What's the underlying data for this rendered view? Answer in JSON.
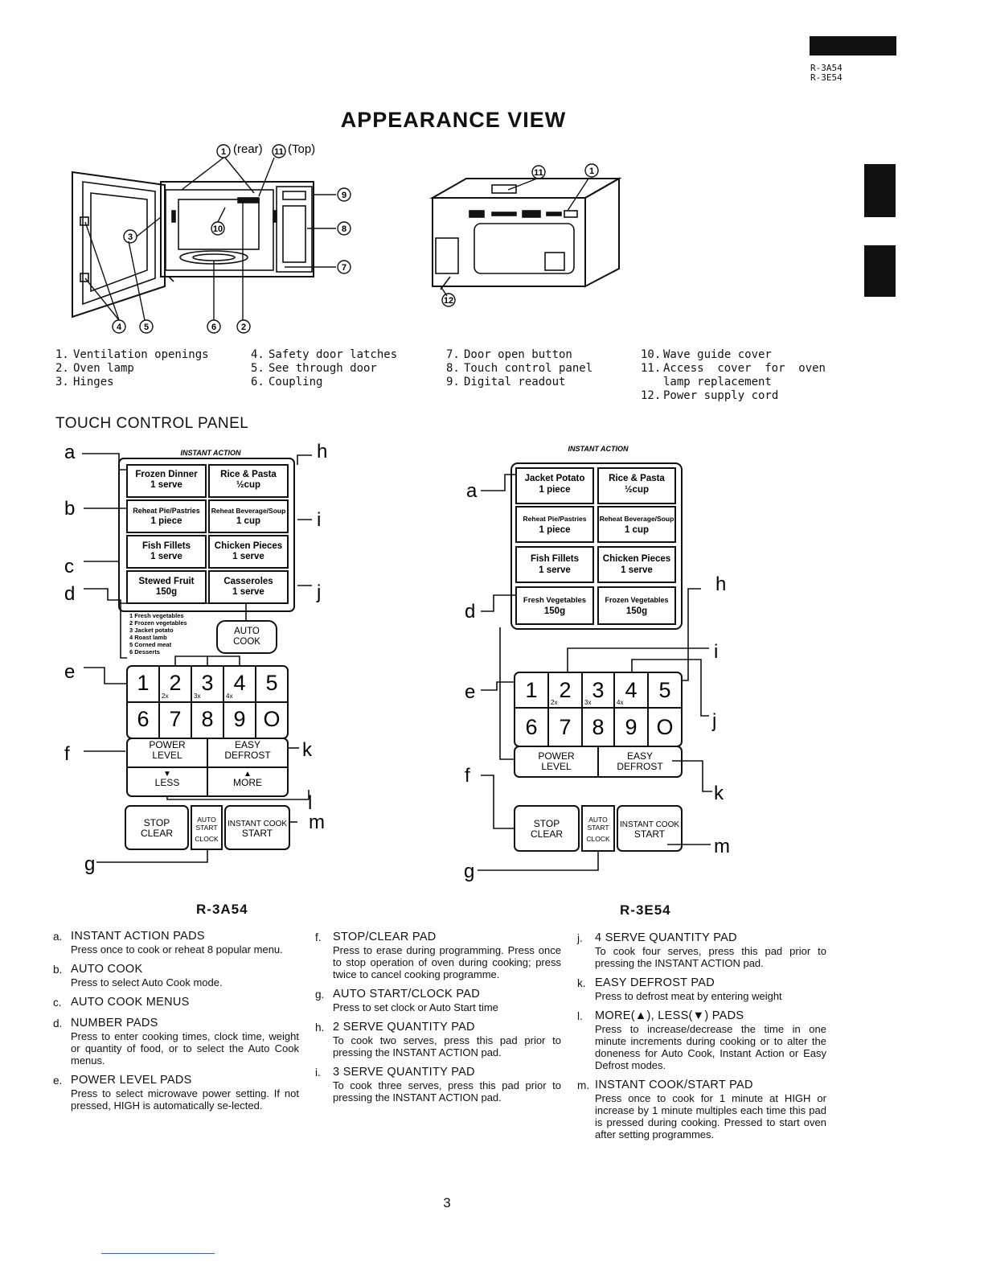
{
  "header": {
    "model_codes": [
      "R-3A54",
      "R-3E54"
    ],
    "title": "APPEARANCE VIEW",
    "page_number": "3"
  },
  "figures": {
    "callout_rear": "(rear)",
    "callout_top": "(Top)",
    "numbers": [
      "1",
      "2",
      "3",
      "4",
      "5",
      "6",
      "7",
      "8",
      "9",
      "10",
      "11",
      "12"
    ]
  },
  "legend": [
    [
      {
        "num": "1.",
        "label": "Ventilation openings"
      },
      {
        "num": "2.",
        "label": "Oven lamp"
      },
      {
        "num": "3.",
        "label": "Hinges"
      }
    ],
    [
      {
        "num": "4.",
        "label": "Safety door latches"
      },
      {
        "num": "5.",
        "label": "See through door"
      },
      {
        "num": "6.",
        "label": "Coupling"
      }
    ],
    [
      {
        "num": "7.",
        "label": "Door open button"
      },
      {
        "num": "8.",
        "label": "Touch control panel"
      },
      {
        "num": "9.",
        "label": "Digital readout"
      }
    ],
    [
      {
        "num": "10.",
        "label": "Wave guide cover"
      },
      {
        "num": "11.",
        "label": "Access cover for oven lamp replacement"
      },
      {
        "num": "12.",
        "label": "Power supply cord"
      }
    ]
  ],
  "panel": {
    "heading": "TOUCH CONTROL PANEL",
    "instant_action": "INSTANT ACTION",
    "left_model": "R-3A54",
    "right_model": "R-3E54",
    "letters": [
      "a",
      "b",
      "c",
      "d",
      "e",
      "f",
      "g",
      "h",
      "i",
      "j",
      "k",
      "l",
      "m"
    ],
    "left_food_pads": [
      [
        "Frozen Dinner",
        "1 serve"
      ],
      [
        "Rice & Pasta",
        "½cup"
      ],
      [
        "Reheat Pie/Pastries",
        "1 piece"
      ],
      [
        "Reheat Beverage/Soup",
        "1 cup"
      ],
      [
        "Fish Fillets",
        "1 serve"
      ],
      [
        "Chicken Pieces",
        "1 serve"
      ],
      [
        "Stewed Fruit",
        "150g"
      ],
      [
        "Casseroles",
        "1 serve"
      ]
    ],
    "right_food_pads": [
      [
        "Jacket Potato",
        "1 piece"
      ],
      [
        "Rice & Pasta",
        "½cup"
      ],
      [
        "Reheat Pie/Pastries",
        "1 piece"
      ],
      [
        "Reheat Beverage/Soup",
        "1 cup"
      ],
      [
        "Fish Fillets",
        "1 serve"
      ],
      [
        "Chicken Pieces",
        "1 serve"
      ],
      [
        "Fresh Vegetables",
        "150g"
      ],
      [
        "Frozen Vegetables",
        "150g"
      ]
    ],
    "auto_cook_menu": [
      "1 Fresh vegetables",
      "2 Frozen vegetables",
      "3 Jacket potato",
      "4 Roast lamb",
      "5 Corned meat",
      "6 Desserts"
    ],
    "auto_cook": [
      "AUTO",
      "COOK"
    ],
    "digits_top": [
      "1",
      "2",
      "3",
      "4",
      "5"
    ],
    "digits_bottom": [
      "6",
      "7",
      "8",
      "9",
      "O"
    ],
    "multipliers": [
      "2x",
      "3x",
      "4x"
    ],
    "power_level": [
      "POWER",
      "LEVEL"
    ],
    "easy_defrost": [
      "EASY",
      "DEFROST"
    ],
    "less": "LESS",
    "more": "MORE",
    "stop_clear": [
      "STOP",
      "CLEAR"
    ],
    "auto_start_clock": [
      "AUTO",
      "START",
      "CLOCK"
    ],
    "instant_cook_start": [
      "INSTANT COOK",
      "START"
    ]
  },
  "descriptions": {
    "col1": [
      {
        "letter": "a.",
        "head": "INSTANT ACTION PADS",
        "text": "Press once to cook or reheat 8 popular menu."
      },
      {
        "letter": "b.",
        "head": "AUTO COOK",
        "text": "Press to select Auto Cook mode."
      },
      {
        "letter": "c.",
        "head": "AUTO COOK MENUS",
        "text": ""
      },
      {
        "letter": "d.",
        "head": "NUMBER PADS",
        "text": "Press to enter cooking times, clock time, weight or quantity of food, or to select the Auto Cook menus."
      },
      {
        "letter": "e.",
        "head": "POWER LEVEL PADS",
        "text": "Press to select microwave power setting. If not pressed, HIGH is automatically se-lected."
      }
    ],
    "col2": [
      {
        "letter": "f.",
        "head": "STOP/CLEAR PAD",
        "text": "Press to erase during programming. Press once to stop operation of oven during cooking; press twice to cancel cooking programme."
      },
      {
        "letter": "g.",
        "head": "AUTO START/CLOCK PAD",
        "text": "Press to set clock or Auto Start time"
      },
      {
        "letter": "h.",
        "head": "2 SERVE QUANTITY PAD",
        "text": "To cook two serves, press this pad prior to pressing the INSTANT ACTION pad."
      },
      {
        "letter": "i.",
        "head": "3 SERVE QUANTITY PAD",
        "text": "To cook three serves, press this pad prior to pressing the INSTANT ACTION pad."
      }
    ],
    "col3": [
      {
        "letter": "j.",
        "head": "4 SERVE QUANTITY PAD",
        "text": "To cook four serves, press this pad prior to pressing the INSTANT ACTION pad."
      },
      {
        "letter": "k.",
        "head": "EASY DEFROST PAD",
        "text": "Press to defrost meat by entering weight"
      },
      {
        "letter": "l.",
        "head": "MORE(▲), LESS(▼) PADS",
        "text": "Press to increase/decrease the time in one minute increments during cooking or to alter the doneness for Auto Cook, Instant Action or Easy Defrost modes."
      },
      {
        "letter": "m.",
        "head": "INSTANT COOK/START PAD",
        "text": "Press once to cook for 1 minute at HIGH or increase by 1 minute multiples each time this pad is pressed during cooking. Pressed to start oven after setting programmes."
      }
    ]
  }
}
